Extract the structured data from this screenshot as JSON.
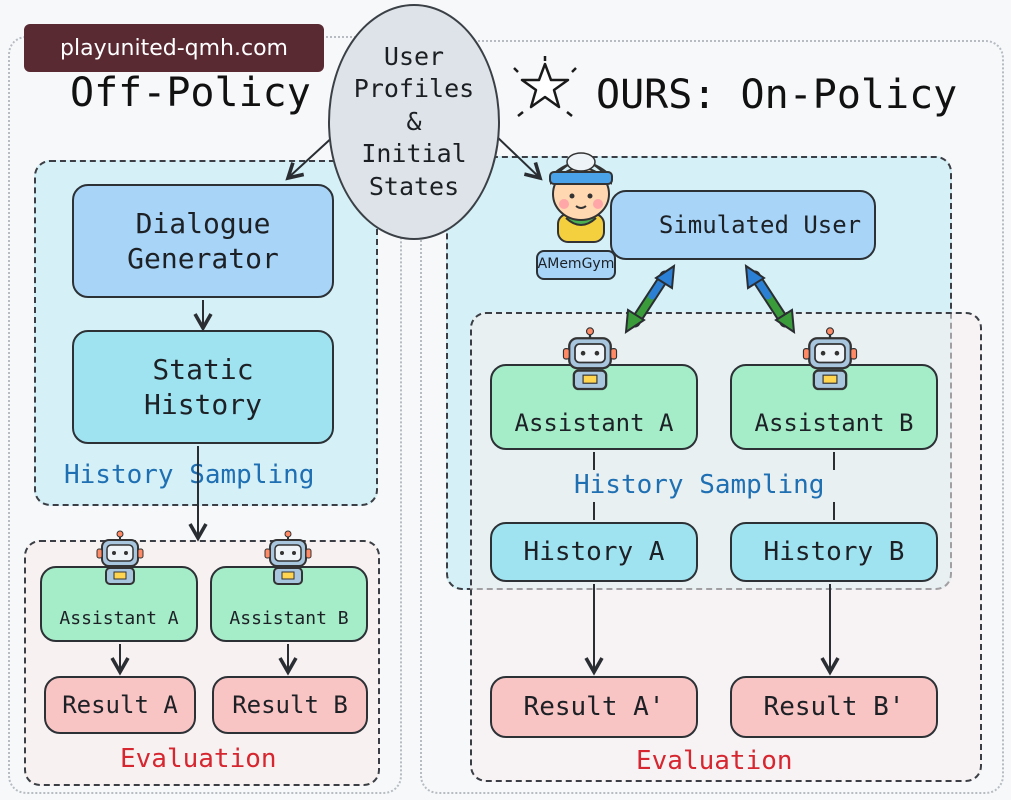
{
  "watermark": "playunited-qmh.com",
  "oval": {
    "line1": "User",
    "line2": "Profiles",
    "line3": "&",
    "line4": "Initial",
    "line5": "States"
  },
  "left": {
    "title": "Off-Policy",
    "generator": {
      "line1": "Dialogue",
      "line2": "Generator"
    },
    "history": {
      "line1": "Static",
      "line2": "History"
    },
    "sampling_label": "History Sampling",
    "assistant_a": "Assistant A",
    "assistant_b": "Assistant B",
    "result_a": "Result A",
    "result_b": "Result B",
    "evaluation_label": "Evaluation"
  },
  "right": {
    "title": "OURS: On-Policy",
    "simulated_user": "Simulated User",
    "badge": "AMemGym",
    "assistant_a": "Assistant A",
    "assistant_b": "Assistant B",
    "sampling_label": "History Sampling",
    "history_a": "History A",
    "history_b": "History B",
    "result_a": "Result A'",
    "result_b": "Result B'",
    "evaluation_label": "Evaluation"
  },
  "colors": {
    "blue_box": "#a7d4f7",
    "cyan_box": "#9fe3f1",
    "green_box": "#a5ecc9",
    "red_box": "#f8c4c4",
    "sampling_text": "#1f6fb3",
    "evaluation_text": "#d6262f"
  }
}
